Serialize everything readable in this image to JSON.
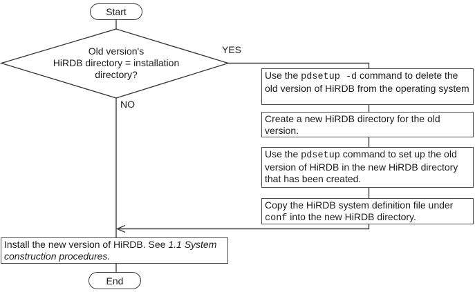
{
  "colors": {
    "line": "#3a3a3a",
    "box_border": "#4a4a4a",
    "text": "#1c1c1c",
    "background": "#ffffff"
  },
  "flowchart": {
    "start_label": "Start",
    "end_label": "End",
    "decision": {
      "text_lines": [
        "Old version's",
        "HiRDB directory = installation",
        "directory?"
      ],
      "yes_label": "YES",
      "no_label": "NO"
    },
    "yes_steps": [
      {
        "segments": [
          {
            "t": "Use the "
          },
          {
            "t": "pdsetup -d",
            "mono": true
          },
          {
            "t": " command to delete the old version of HiRDB from the operating system"
          }
        ]
      },
      {
        "segments": [
          {
            "t": "Create a new HiRDB directory for the old version."
          }
        ]
      },
      {
        "segments": [
          {
            "t": "Use the "
          },
          {
            "t": "pdsetup",
            "mono": true
          },
          {
            "t": " command to set up the old version of HiRDB in the new HiRDB directory that has been created."
          }
        ]
      },
      {
        "segments": [
          {
            "t": "Copy the HiRDB system definition file under "
          },
          {
            "t": "conf",
            "mono": true
          },
          {
            "t": " into the new HiRDB directory."
          }
        ]
      }
    ],
    "final_step": {
      "segments": [
        {
          "t": "Install the new version of HiRDB. See "
        },
        {
          "t": "1.1 System construction procedures.",
          "italic": true
        }
      ]
    }
  }
}
